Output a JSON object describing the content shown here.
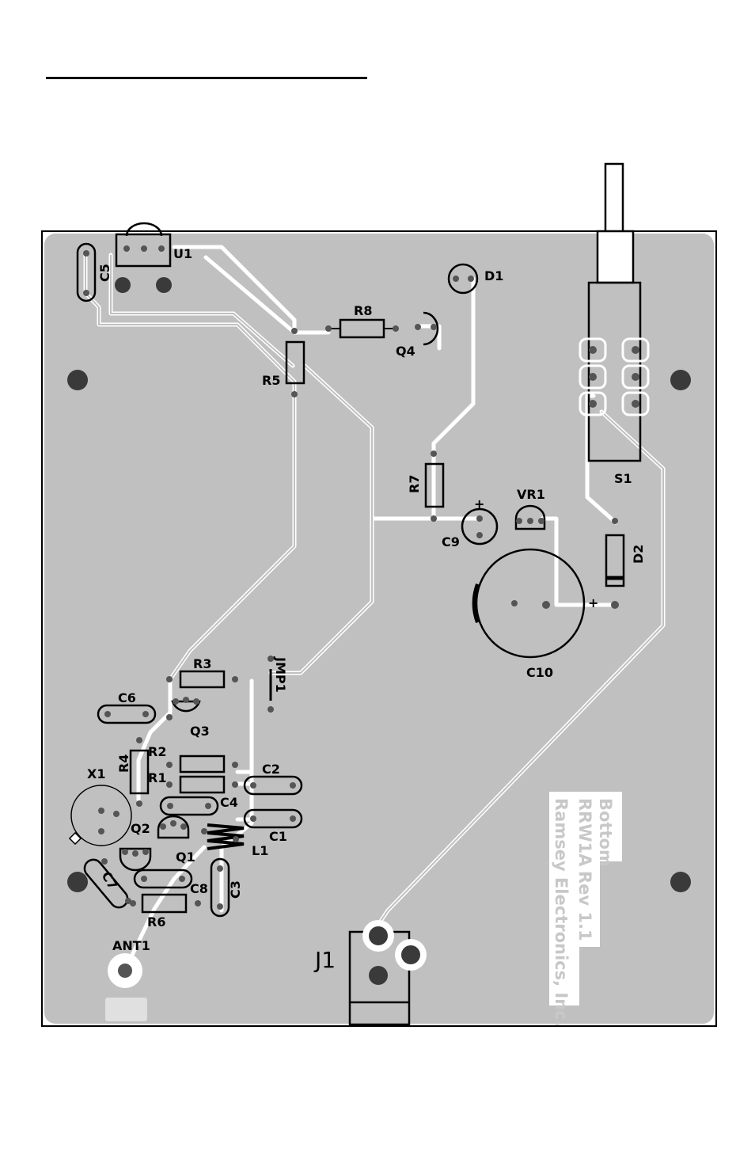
{
  "board": {
    "silkscreen": {
      "line1": "Bottom",
      "line2": "RRW1A",
      "line3": "Ramsey Electronics, Inc.",
      "line4": "Rev 1.1"
    }
  },
  "components": {
    "U1": "U1",
    "C5": "C5",
    "D1": "D1",
    "R8": "R8",
    "Q4": "Q4",
    "R5": "R5",
    "S1": "S1",
    "R7": "R7",
    "VR1": "VR1",
    "C9": "C9",
    "C9_plus": "+",
    "D2": "D2",
    "C10": "C10",
    "C10_plus": "+",
    "R3": "R3",
    "JMP1": "JMP1",
    "C6": "C6",
    "Q3": "Q3",
    "R4": "R4",
    "R2": "R2",
    "R1": "R1",
    "C2": "C2",
    "C4": "C4",
    "X1": "X1",
    "Q2": "Q2",
    "C1": "C1",
    "L1": "L1",
    "Q1": "Q1",
    "C7": "C7",
    "C8": "C8",
    "C3": "C3",
    "R6": "R6",
    "ANT1": "ANT1",
    "J1": "J1"
  },
  "colors": {
    "board": "#c0c0c0",
    "trace": "#ffffff",
    "pad": "#555555",
    "outline": "#000000",
    "silkscreen": "#c8c8c8"
  }
}
